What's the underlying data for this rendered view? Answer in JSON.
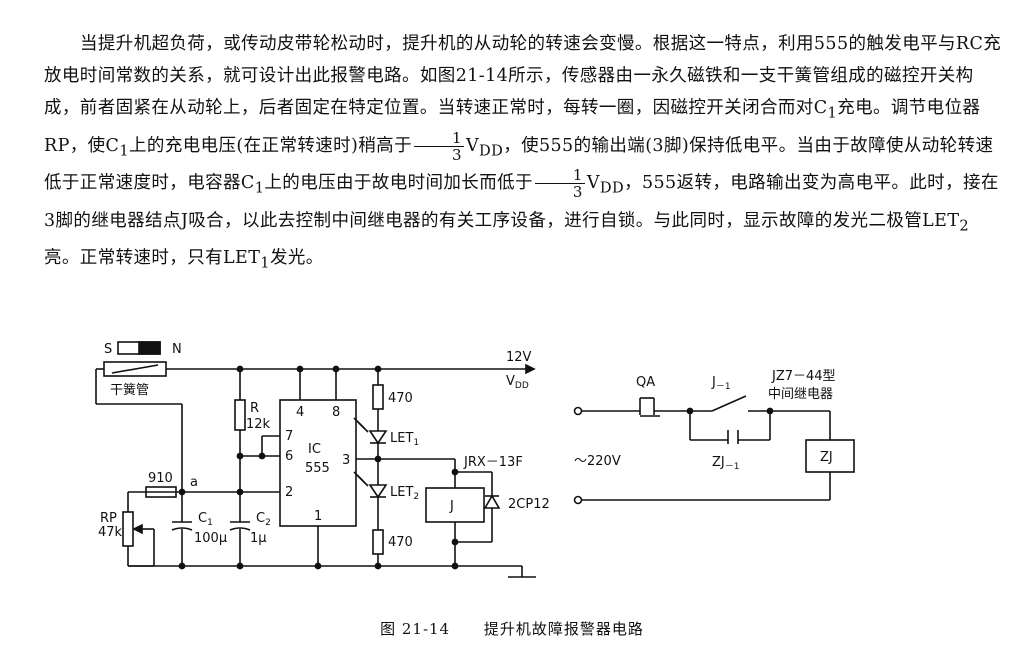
{
  "paragraph": {
    "s1": "当提升机超负荷，或传动皮带轮松动时，提升机的从动轮的转速会变慢。根据这一特点，利用555的触发电平与RC充放电时间常数的关系，就可设计出此报警电路。如图21-14所示，传感器由一永久磁铁和一支干簧管组成的磁控开关构成，前者固紧在从动轮上，后者固定在特定位置。当转速正常时，每转一圈，因磁控开关闭合而对C",
    "s1_sub": "1",
    "s2": "充电。调节电位器RP，使C",
    "s2_sub": "1",
    "s3": "上的充电电压(在正常转速时)稍高于",
    "frac_num": "1",
    "frac_den": "3",
    "vdd_v": "V",
    "vdd_sub": "DD",
    "s4": "，使555的输出端(3脚)保持低电平。当由于故障使从动轮转速低于正常速度时，电容器C",
    "s4_sub": "1",
    "s5": "上的电压由于故电时间加长而低于",
    "s6": "，555返转，电路输出变为高电平。此时，接在3脚的继电器结点J吸合，以此去控制中间继电器的有关工序设备，进行自锁。与此同时，显示故障的发光二极管LET",
    "s6_sub": "2",
    "s7": "亮。正常转速时，只有LET",
    "s7_sub": "1",
    "s8": "发光。"
  },
  "labels": {
    "s": "S",
    "n": "N",
    "reed": "干簧管",
    "v12": "12V",
    "vdd_v": "V",
    "vdd_sub": "DD",
    "r": "R",
    "r_val": "12k",
    "ic": "IC",
    "ic_num": "555",
    "pin4": "4",
    "pin8": "8",
    "pin7": "7",
    "pin6": "6",
    "pin3": "3",
    "pin2": "2",
    "pin1": "1",
    "r470a": "470",
    "r470b": "470",
    "let1": "LET",
    "let1_sub": "1",
    "let2": "LET",
    "let2_sub": "2",
    "jrx": "JRX－13F",
    "j_box": "J",
    "diode": "2CP12",
    "r910": "910",
    "node_a": "a",
    "rp": "RP",
    "rp_val": "47k",
    "c1": "C",
    "c1_sub": "1",
    "c1_val": "100μ",
    "c2": "C",
    "c2_sub": "2",
    "c2_val": "1μ",
    "qa": "QA",
    "j1": "J",
    "j1_sub": "－1",
    "jz7": "JZ7－44型",
    "jz7_sub": "中间继电器",
    "ac": "～220V",
    "zj1": "ZJ",
    "zj1_sub": "－1",
    "zj_box": "ZJ"
  },
  "caption": {
    "fig": "图 21-14",
    "title": "提升机故障报警器电路"
  }
}
